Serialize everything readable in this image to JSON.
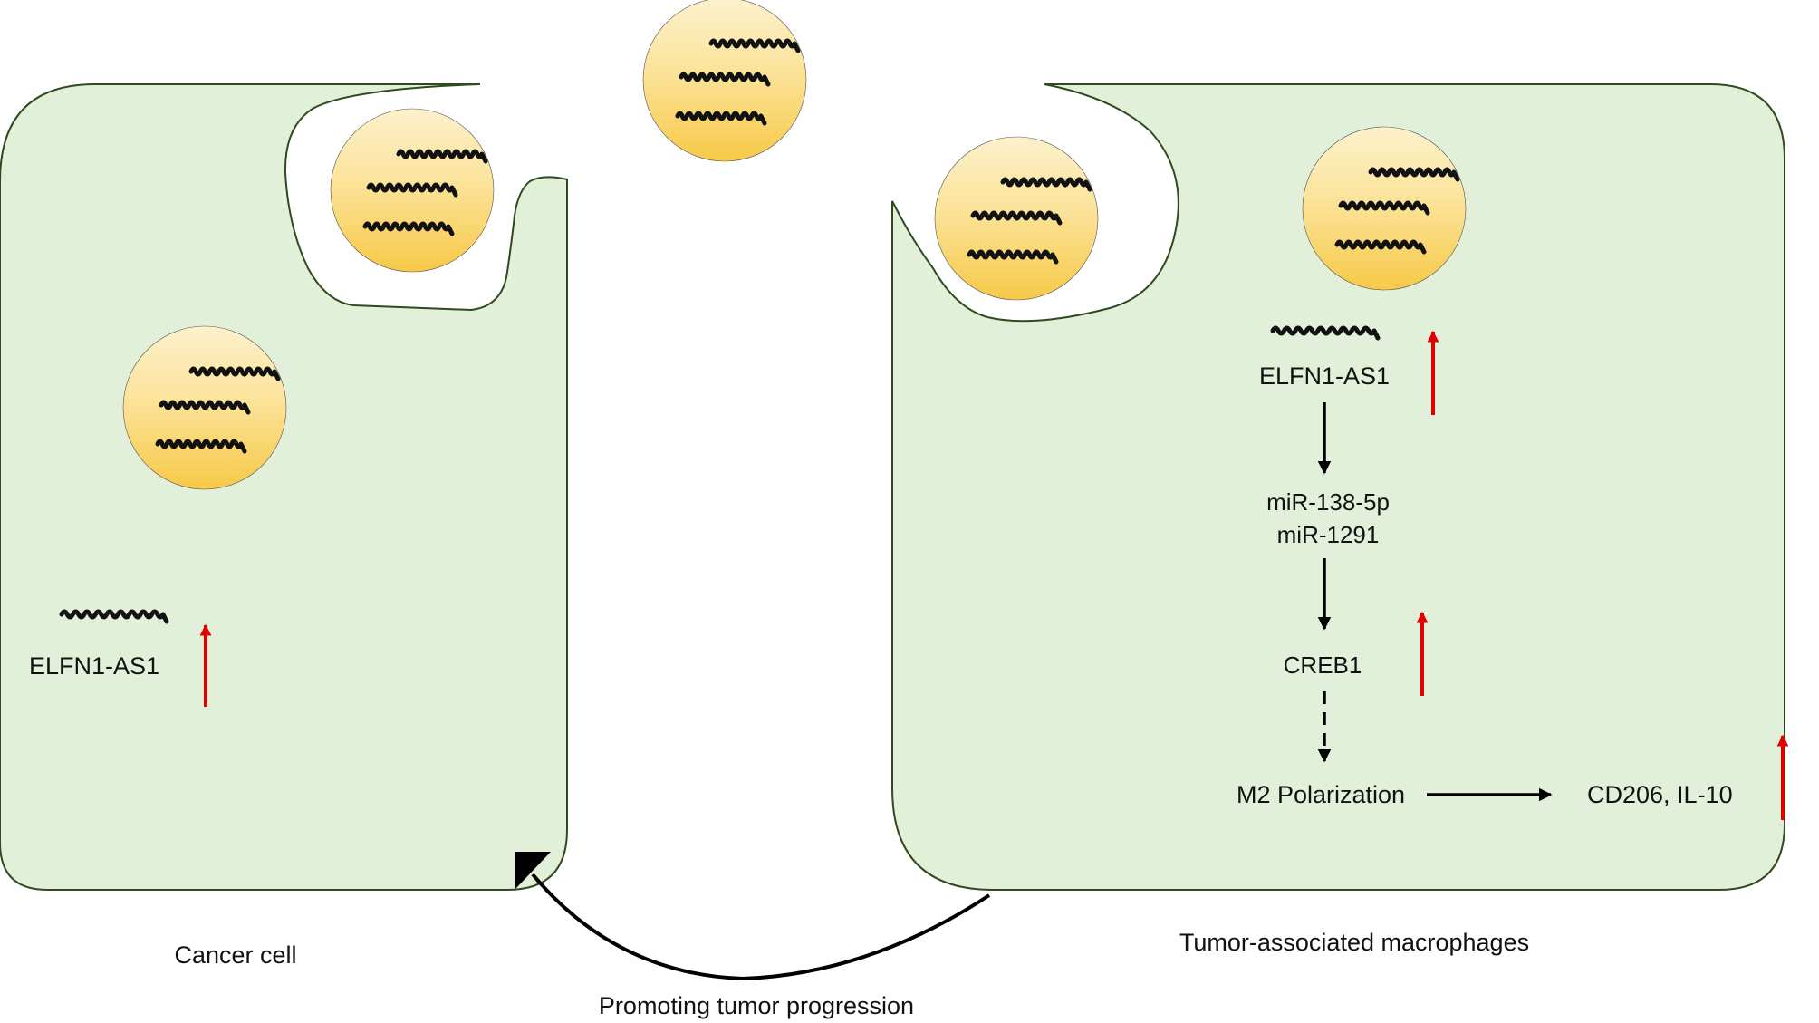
{
  "colors": {
    "cell_fill": "#e2efd9",
    "cell_stroke": "#2f4a1e",
    "vesicle_fill_top": "#fdf1cc",
    "vesicle_fill_bottom": "#f7c948",
    "rna": "#111111",
    "arrow": "#000000",
    "up_arrow": "#e00000"
  },
  "cancer_cell": {
    "label": "Cancer cell",
    "rna_label": "ELFN1-AS1"
  },
  "macrophage": {
    "label": "Tumor-associated macrophages",
    "rna_label": "ELFN1-AS1",
    "mirna_1": "miR-138-5p",
    "mirna_2": "miR-1291",
    "creb": "CREB1",
    "polarization": "M2 Polarization",
    "markers": "CD206, IL-10"
  },
  "feedback_label": "Promoting tumor progression"
}
